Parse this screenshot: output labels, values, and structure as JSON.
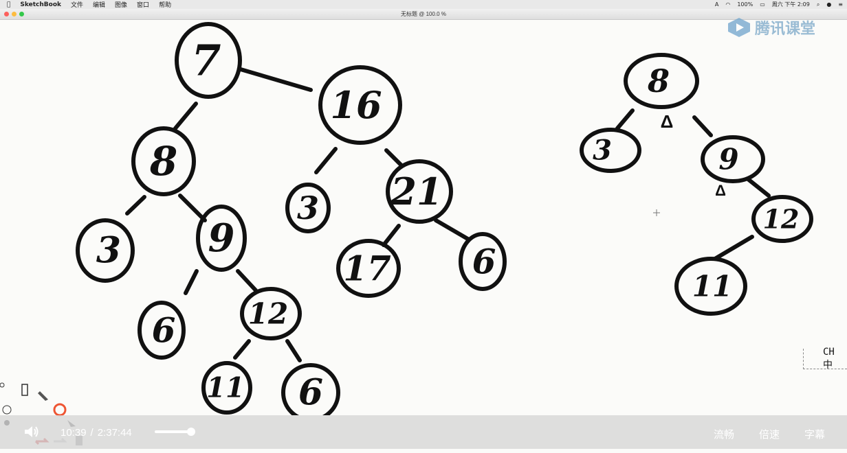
{
  "menubar": {
    "app_name": "SketchBook",
    "menus": [
      "文件",
      "编辑",
      "图像",
      "窗口",
      "帮助"
    ],
    "battery": "100%",
    "clock": "周六 下午 2:09"
  },
  "window": {
    "title": "无标题 @ 100.0 %"
  },
  "watermark": {
    "text": "腾讯课堂"
  },
  "ime": {
    "text": "CH 中"
  },
  "tree_left": {
    "nodes": [
      "7",
      "16",
      "8",
      "3",
      "9",
      "6",
      "12",
      "11",
      "6",
      "3",
      "21",
      "17",
      "6"
    ]
  },
  "tree_right": {
    "nodes": [
      "8",
      "3",
      "9",
      "12",
      "11"
    ],
    "balance_marks": [
      "Δ",
      "Δ"
    ]
  },
  "player": {
    "current_time": "10:39",
    "separator": "/",
    "duration": "2:37:44",
    "progress": 0.2,
    "smooth_label": "流畅",
    "speed_label": "倍速",
    "subtitle_label": "字幕"
  },
  "colors": {
    "ink": "#111111",
    "menubar_bg": "#e9e9e9",
    "close": "#fc605c",
    "minimize": "#fdbc40",
    "zoom": "#34c84a"
  }
}
